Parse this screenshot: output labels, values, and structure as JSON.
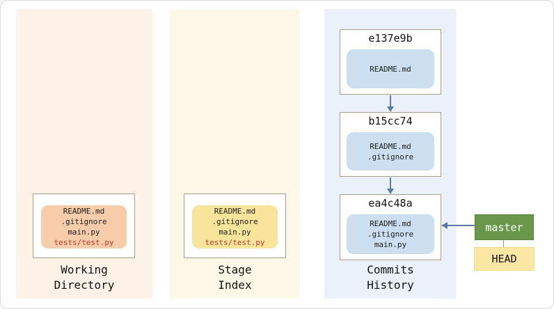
{
  "columns": [
    {
      "name": "working-directory",
      "label_lines": [
        "Working",
        "Directory"
      ],
      "files": [
        "README.md",
        ".gitignore",
        "main.py",
        "tests/test.py"
      ],
      "untracked_file": "tests/test.py",
      "bg_color": "#fdf1e8",
      "file_box_color": "#f6ccab"
    },
    {
      "name": "stage-index",
      "label_lines": [
        "Stage",
        "Index"
      ],
      "files": [
        "README.md",
        ".gitignore",
        "main.py",
        "tests/test.py"
      ],
      "untracked_file": "tests/test.py",
      "bg_color": "#fdf8e7",
      "file_box_color": "#f8e49b"
    },
    {
      "name": "commits-history",
      "label_lines": [
        "Commits",
        "History"
      ],
      "bg_color": "#eaf1fa",
      "file_box_color": "#cbdff0",
      "commits": [
        {
          "hash": "e137e9b",
          "files": [
            "README.md"
          ]
        },
        {
          "hash": "b15cc74",
          "files": [
            "README.md",
            ".gitignore"
          ]
        },
        {
          "hash": "ea4c48a",
          "files": [
            "README.md",
            ".gitignore",
            "main.py"
          ]
        }
      ]
    }
  ],
  "refs": {
    "branch_label": "master",
    "head_label": "HEAD",
    "branch_bg": "#69984a",
    "head_bg": "#fbe6a3"
  },
  "colors": {
    "box_border": "#ab9b80",
    "arrow": "#5b7ca3",
    "untracked_text": "#c0392b"
  }
}
